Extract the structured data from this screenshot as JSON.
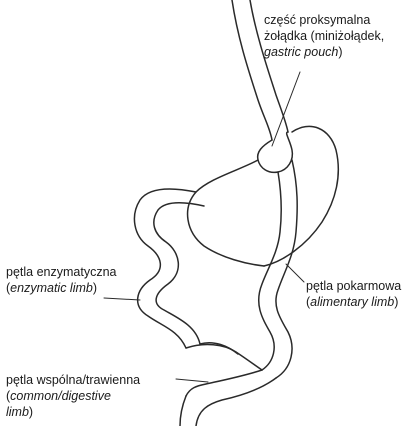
{
  "labels": {
    "gastric_pouch": {
      "line1": "część proksymalna",
      "line2_pre": "żołądka (miniżołądek,",
      "line3_italic": "gastric pouch",
      "line3_post": ")"
    },
    "alimentary_limb": {
      "line1": "pętla pokarmowa",
      "line2_pre": "(",
      "line2_italic": "alimentary limb",
      "line2_post": ")"
    },
    "enzymatic_limb": {
      "line1": "pętla enzymatyczna",
      "line2_pre": "(",
      "line2_italic": "enzymatic limb",
      "line2_post": ")"
    },
    "common_limb": {
      "line1": "pętla wspólna/trawienna",
      "line2_pre": "(",
      "line2_italic": "common/digestive",
      "line3_italic": "limb",
      "line3_post": ")"
    }
  },
  "colors": {
    "ink": "#2a2a2a",
    "background": "#ffffff"
  }
}
